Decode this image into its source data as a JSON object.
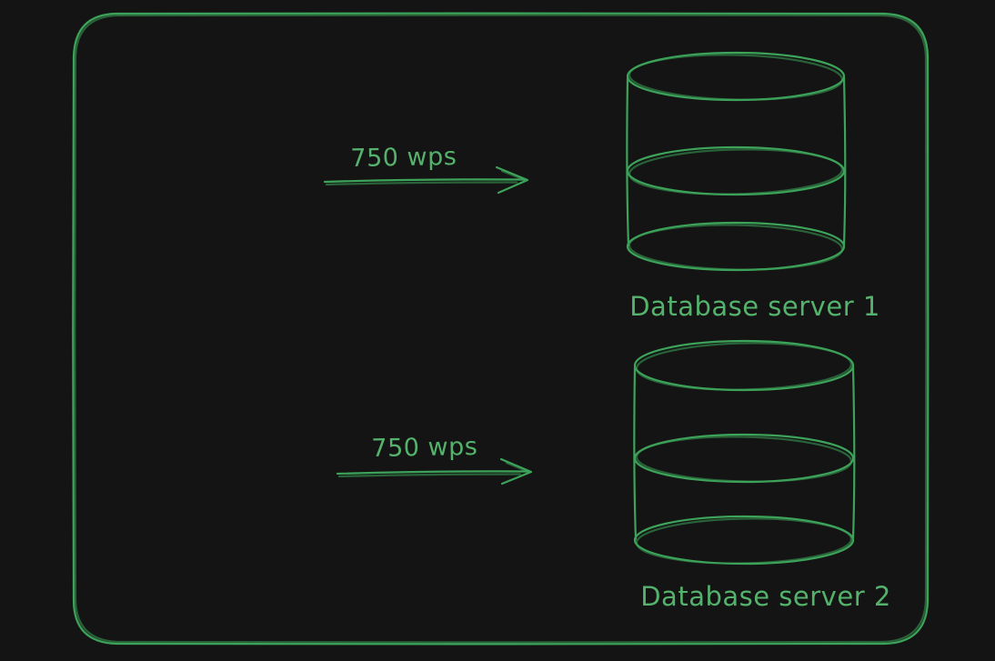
{
  "diagram": {
    "frame": {
      "name": "outer-frame"
    },
    "databases": [
      {
        "label": "Database server 1",
        "icon": "database-cylinder-icon"
      },
      {
        "label": "Database server 2",
        "icon": "database-cylinder-icon"
      }
    ],
    "arrows": [
      {
        "label": "750 wps",
        "direction": "right"
      },
      {
        "label": "750 wps",
        "direction": "right"
      }
    ]
  },
  "colors": {
    "background": "#131413",
    "stroke": "#3da35a",
    "text": "#55b26c"
  }
}
